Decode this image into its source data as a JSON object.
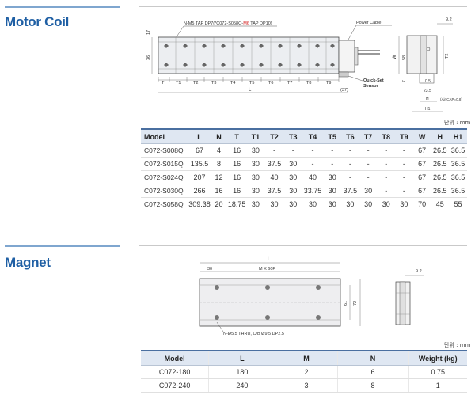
{
  "motor_coil": {
    "title": "Motor Coil",
    "unit": "단위 : mm",
    "drawing": {
      "tap_note": "N-M5 TAP DP7(*C072-S058Q-M6 TAP DP10)",
      "tap_note_prefix": "N-M5 TAP DP7(*C072-S058Q-",
      "tap_note_highlight": "M6",
      "tap_note_suffix": " TAP DP10)",
      "power_cable": "Power Cable",
      "quick_set_sensor_1": "Quick-Set",
      "quick_set_sensor_2": "Sensor",
      "dim_17": "17",
      "dim_36": "36",
      "dim_labels": [
        "T",
        "T1",
        "T2",
        "T3",
        "T4",
        "T5",
        "T6",
        "T7",
        "T8",
        "T9"
      ],
      "dim_L": "L",
      "dim_37": "(37)",
      "side_9_2": "9.2",
      "side_W": "W",
      "side_58": "58",
      "side_T2": "T2",
      "side_0_5": "0.5",
      "side_23_5": "23.5",
      "side_H": "H",
      "side_H1": "H1",
      "side_air_cap": "(Air CAP=0.8)",
      "side_7": "7"
    },
    "table": {
      "headers": [
        "Model",
        "L",
        "N",
        "T",
        "T1",
        "T2",
        "T3",
        "T4",
        "T5",
        "T6",
        "T7",
        "T8",
        "T9",
        "W",
        "H",
        "H1"
      ],
      "rows": [
        [
          "C072-S008Q",
          "67",
          "4",
          "16",
          "30",
          "-",
          "-",
          "-",
          "-",
          "-",
          "-",
          "-",
          "-",
          "67",
          "26.5",
          "36.5"
        ],
        [
          "C072-S015Q",
          "135.5",
          "8",
          "16",
          "30",
          "37.5",
          "30",
          "-",
          "-",
          "-",
          "-",
          "-",
          "-",
          "67",
          "26.5",
          "36.5"
        ],
        [
          "C072-S024Q",
          "207",
          "12",
          "16",
          "30",
          "40",
          "30",
          "40",
          "30",
          "-",
          "-",
          "-",
          "-",
          "67",
          "26.5",
          "36.5"
        ],
        [
          "C072-S030Q",
          "266",
          "16",
          "16",
          "30",
          "37.5",
          "30",
          "33.75",
          "30",
          "37.5",
          "30",
          "-",
          "-",
          "67",
          "26.5",
          "36.5"
        ],
        [
          "C072-S058Q",
          "309.38",
          "20",
          "18.75",
          "30",
          "30",
          "30",
          "30",
          "30",
          "30",
          "30",
          "30",
          "30",
          "70",
          "45",
          "55"
        ]
      ]
    }
  },
  "magnet": {
    "title": "Magnet",
    "unit": "단위 : mm",
    "drawing": {
      "dim_L": "L",
      "dim_30": "30",
      "dim_mx60p": "M X 60P",
      "dim_61": "61",
      "dim_72": "72",
      "hole_note": "N-Ø5.5 THRU, C/B Ø9.5 DP2.5",
      "side_9_2": "9.2"
    },
    "table": {
      "headers": [
        "Model",
        "L",
        "M",
        "N",
        "Weight (kg)"
      ],
      "rows": [
        [
          "C072-180",
          "180",
          "2",
          "6",
          "0.75"
        ],
        [
          "C072-240",
          "240",
          "3",
          "8",
          "1"
        ]
      ]
    }
  }
}
